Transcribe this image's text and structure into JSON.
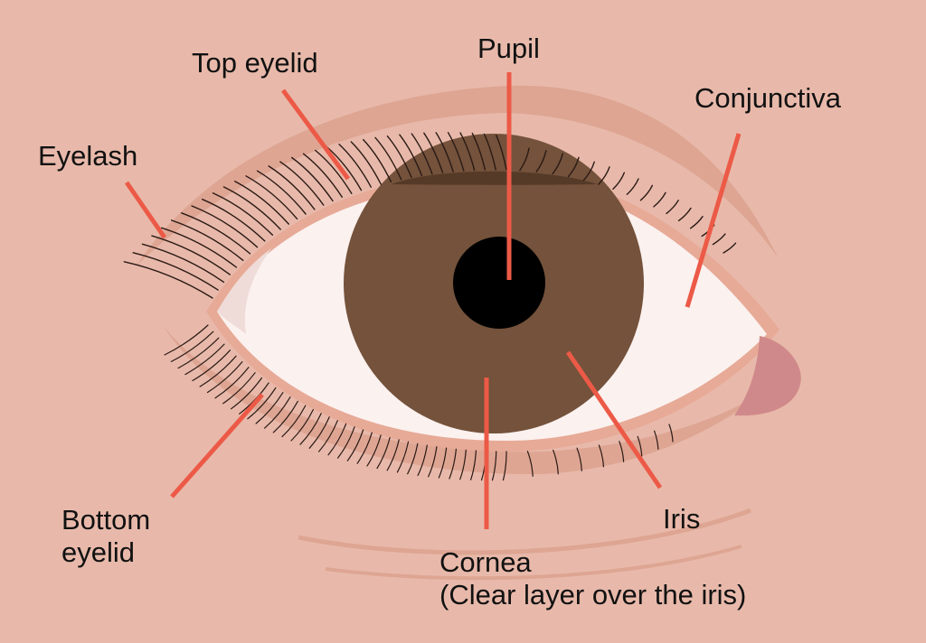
{
  "labels": {
    "pupil": "Pupil",
    "top_eyelid": "Top eyelid",
    "conjunctiva": "Conjunctiva",
    "eyelash": "Eyelash",
    "bottom_eyelid_line1": "Bottom",
    "bottom_eyelid_line2": "eyelid",
    "iris": "Iris",
    "cornea_line1": "Cornea",
    "cornea_line2": "(Clear layer over the iris)"
  },
  "colors": {
    "background": "#e8b9aa",
    "skin_fold": "#dea593",
    "sclera": "#fbf1ef",
    "iris": "#74523b",
    "iris_shadow": "#553a27",
    "pupil": "#000000",
    "caruncle": "#d0898a",
    "leader_line": "#ec5a47",
    "lash": "#2a1a15"
  }
}
